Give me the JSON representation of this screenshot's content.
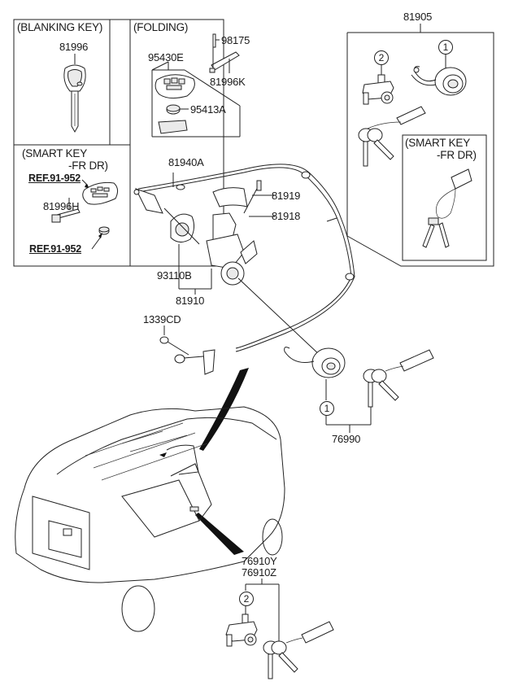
{
  "diagram": {
    "title": "Key & Cylinder Set parts diagram",
    "groups": {
      "blanking_key": {
        "header": "(BLANKING KEY)",
        "parts": [
          "81996"
        ]
      },
      "folding": {
        "header": "(FOLDING)",
        "parts": [
          "98175",
          "95430E",
          "81996K",
          "95413A"
        ]
      },
      "smart_key_left": {
        "header_line1": "(SMART KEY",
        "header_line2": "-FR DR)",
        "ref_top": "REF.91-952",
        "part": "81996H",
        "ref_bottom": "REF.91-952"
      },
      "set_81905": {
        "part": "81905",
        "callouts": [
          "1",
          "2"
        ],
        "smart_key_header_line1": "(SMART KEY",
        "smart_key_header_line2": "-FR DR)"
      }
    },
    "labels": {
      "p81940A": "81940A",
      "p81919": "81919",
      "p81918": "81918",
      "p93110B": "93110B",
      "p81910": "81910",
      "p1339CD": "1339CD",
      "p76990": "76990",
      "p76910Y": "76910Y",
      "p76910Z": "76910Z",
      "callout_76990": "1",
      "callout_76910": "2"
    }
  }
}
